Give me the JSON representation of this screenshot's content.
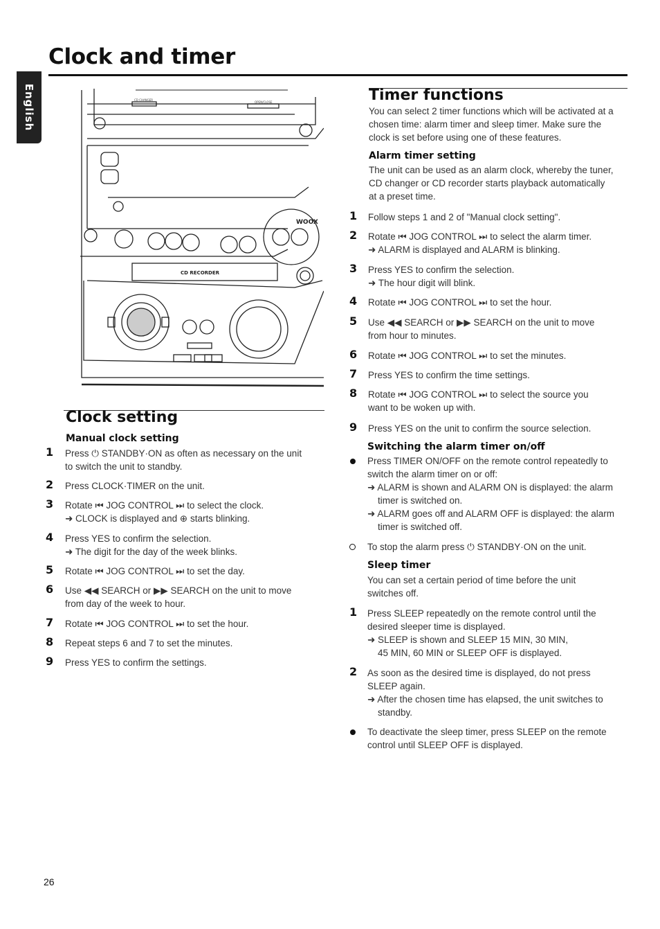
{
  "page": {
    "title": "Clock and timer",
    "language_tab": "English",
    "page_number": "26"
  },
  "device_labels": {
    "cd_changer": "CD CHANGER",
    "open_close": "OPEN/CLOSE",
    "cd_recorder": "CD RECORDER",
    "woox": "WOOX"
  },
  "clock_setting": {
    "heading": "Clock setting",
    "manual_heading": "Manual clock setting",
    "steps": [
      {
        "num": "1",
        "lines": [
          "Press ⏻ STANDBY·ON as often as necessary on the unit",
          "to switch the unit to standby."
        ]
      },
      {
        "num": "2",
        "lines": [
          "Press CLOCK·TIMER on the unit."
        ]
      },
      {
        "num": "3",
        "lines": [
          "Rotate ⏮ JOG CONTROL ⏭ to select the clock.",
          "➜ CLOCK is displayed and ⊕ starts blinking."
        ]
      },
      {
        "num": "4",
        "lines": [
          "Press YES to confirm the selection.",
          "➜ The digit for the day of the week blinks."
        ]
      },
      {
        "num": "5",
        "lines": [
          "Rotate ⏮ JOG CONTROL ⏭ to set the day."
        ]
      },
      {
        "num": "6",
        "lines": [
          "Use ◀◀ SEARCH or ▶▶ SEARCH on the unit to move",
          "from day of the week to hour."
        ]
      },
      {
        "num": "7",
        "lines": [
          "Rotate ⏮ JOG CONTROL ⏭ to set the hour."
        ]
      },
      {
        "num": "8",
        "lines": [
          "Repeat steps 6 and 7 to set the minutes."
        ]
      },
      {
        "num": "9",
        "lines": [
          "Press YES to confirm the settings."
        ]
      }
    ]
  },
  "timer_functions": {
    "heading": "Timer functions",
    "intro": [
      "You can select 2 timer functions which will be activated at a",
      "chosen time: alarm timer and sleep timer. Make sure the",
      "clock is set before using one of these features."
    ],
    "alarm_heading": "Alarm timer setting",
    "alarm_intro": [
      "The unit can be used as an alarm clock, whereby the tuner,",
      "CD changer or CD recorder starts playback automatically",
      "at a preset time."
    ],
    "alarm_steps": [
      {
        "num": "1",
        "lines": [
          "Follow steps 1 and 2 of \"Manual clock setting\"."
        ]
      },
      {
        "num": "2",
        "lines": [
          "Rotate ⏮ JOG CONTROL ⏭ to select the alarm timer.",
          "➜ ALARM is displayed and ALARM is blinking."
        ]
      },
      {
        "num": "3",
        "lines": [
          "Press YES to confirm the selection.",
          "➜ The hour digit will blink."
        ]
      },
      {
        "num": "4",
        "lines": [
          "Rotate ⏮ JOG CONTROL ⏭ to set the hour."
        ]
      },
      {
        "num": "5",
        "lines": [
          "Use ◀◀ SEARCH or ▶▶ SEARCH on the unit to move",
          "from hour to minutes."
        ]
      },
      {
        "num": "6",
        "lines": [
          "Rotate ⏮ JOG CONTROL ⏭ to set the minutes."
        ]
      },
      {
        "num": "7",
        "lines": [
          "Press YES to confirm the time settings."
        ]
      },
      {
        "num": "8",
        "lines": [
          "Rotate ⏮ JOG CONTROL ⏭ to select the source you",
          "want to be woken up with."
        ]
      },
      {
        "num": "9",
        "lines": [
          "Press YES on the unit to confirm the source selection."
        ]
      }
    ],
    "switch_heading": "Switching the alarm timer on/off",
    "switch_items": [
      {
        "lines": [
          "Press TIMER ON/OFF on the remote control repeatedly to",
          "switch the alarm timer on or off:",
          "➜ ALARM is shown and ALARM ON is displayed: the alarm",
          "timer is switched on.",
          "➜ ALARM goes off and ALARM OFF is displayed: the alarm",
          "timer is switched off."
        ]
      },
      {
        "lines": [
          "To stop the alarm press ⏻ STANDBY·ON on the unit."
        ]
      }
    ],
    "sleep_heading": "Sleep timer",
    "sleep_intro": [
      "You can set a certain period of time before the unit",
      "switches off."
    ],
    "sleep_steps": [
      {
        "num": "1",
        "lines": [
          "Press SLEEP repeatedly on the remote control until the",
          "desired sleeper time is displayed.",
          "➜ SLEEP is shown and SLEEP 15 MIN, 30 MIN,",
          "45 MIN, 60 MIN or SLEEP OFF is displayed."
        ]
      },
      {
        "num": "2",
        "lines": [
          "As soon as the desired time is displayed, do not press",
          "SLEEP again.",
          "➜ After the chosen time has elapsed, the unit switches to",
          "standby."
        ]
      }
    ],
    "sleep_bullet": [
      "To deactivate the sleep timer, press SLEEP on the remote",
      "control until SLEEP OFF is displayed."
    ]
  }
}
